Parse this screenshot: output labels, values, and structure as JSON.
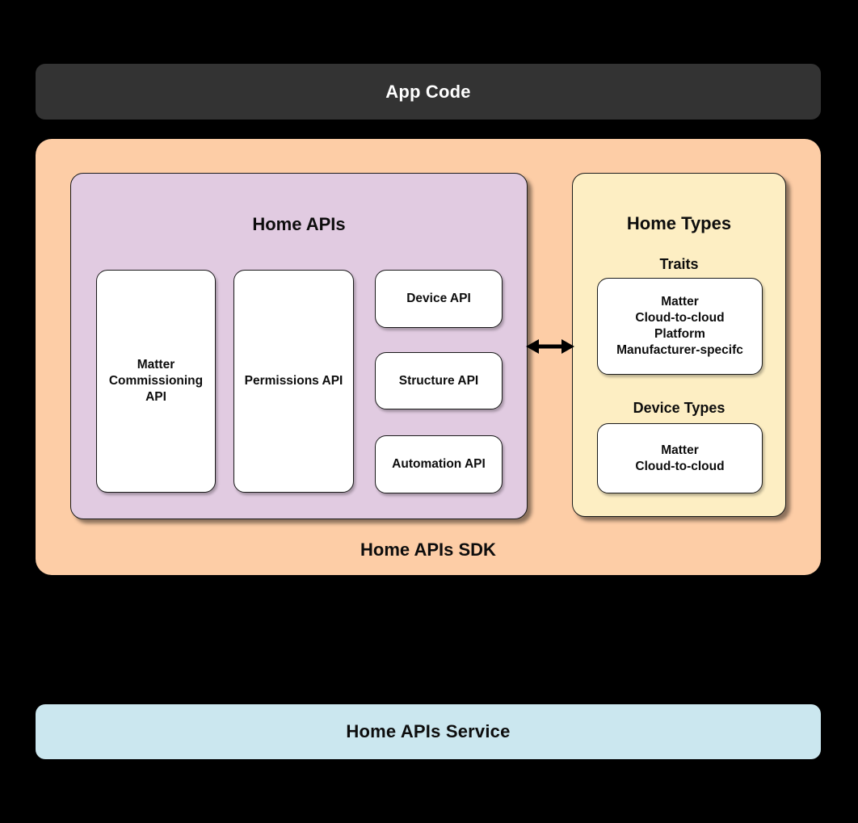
{
  "app_code": {
    "label": "App Code"
  },
  "sdk": {
    "label": "Home APIs SDK",
    "home_apis": {
      "title": "Home APIs",
      "cards": {
        "matter_commissioning": "Matter\nCommissioning\nAPI",
        "permissions": "Permissions API",
        "device": "Device API",
        "structure": "Structure API",
        "automation": "Automation API"
      }
    },
    "home_types": {
      "title": "Home Types",
      "traits": {
        "heading": "Traits",
        "items": "Matter\nCloud-to-cloud\nPlatform\nManufacturer-specifc"
      },
      "device_types": {
        "heading": "Device Types",
        "items": "Matter\nCloud-to-cloud"
      }
    }
  },
  "service": {
    "label": "Home APIs Service"
  },
  "icons": {
    "sdk_link": "bidirectional-arrow"
  },
  "colors": {
    "background": "#000000",
    "app_code_bg": "#333333",
    "sdk_bg": "#FDCDA6",
    "home_apis_bg": "#E1CBE1",
    "home_types_bg": "#FDEEC3",
    "service_bg": "#CBE7EF",
    "card_bg": "#FFFFFF",
    "border": "#1A1A1A",
    "text_dark": "#0D0D0D",
    "text_light": "#FFFFFF"
  }
}
